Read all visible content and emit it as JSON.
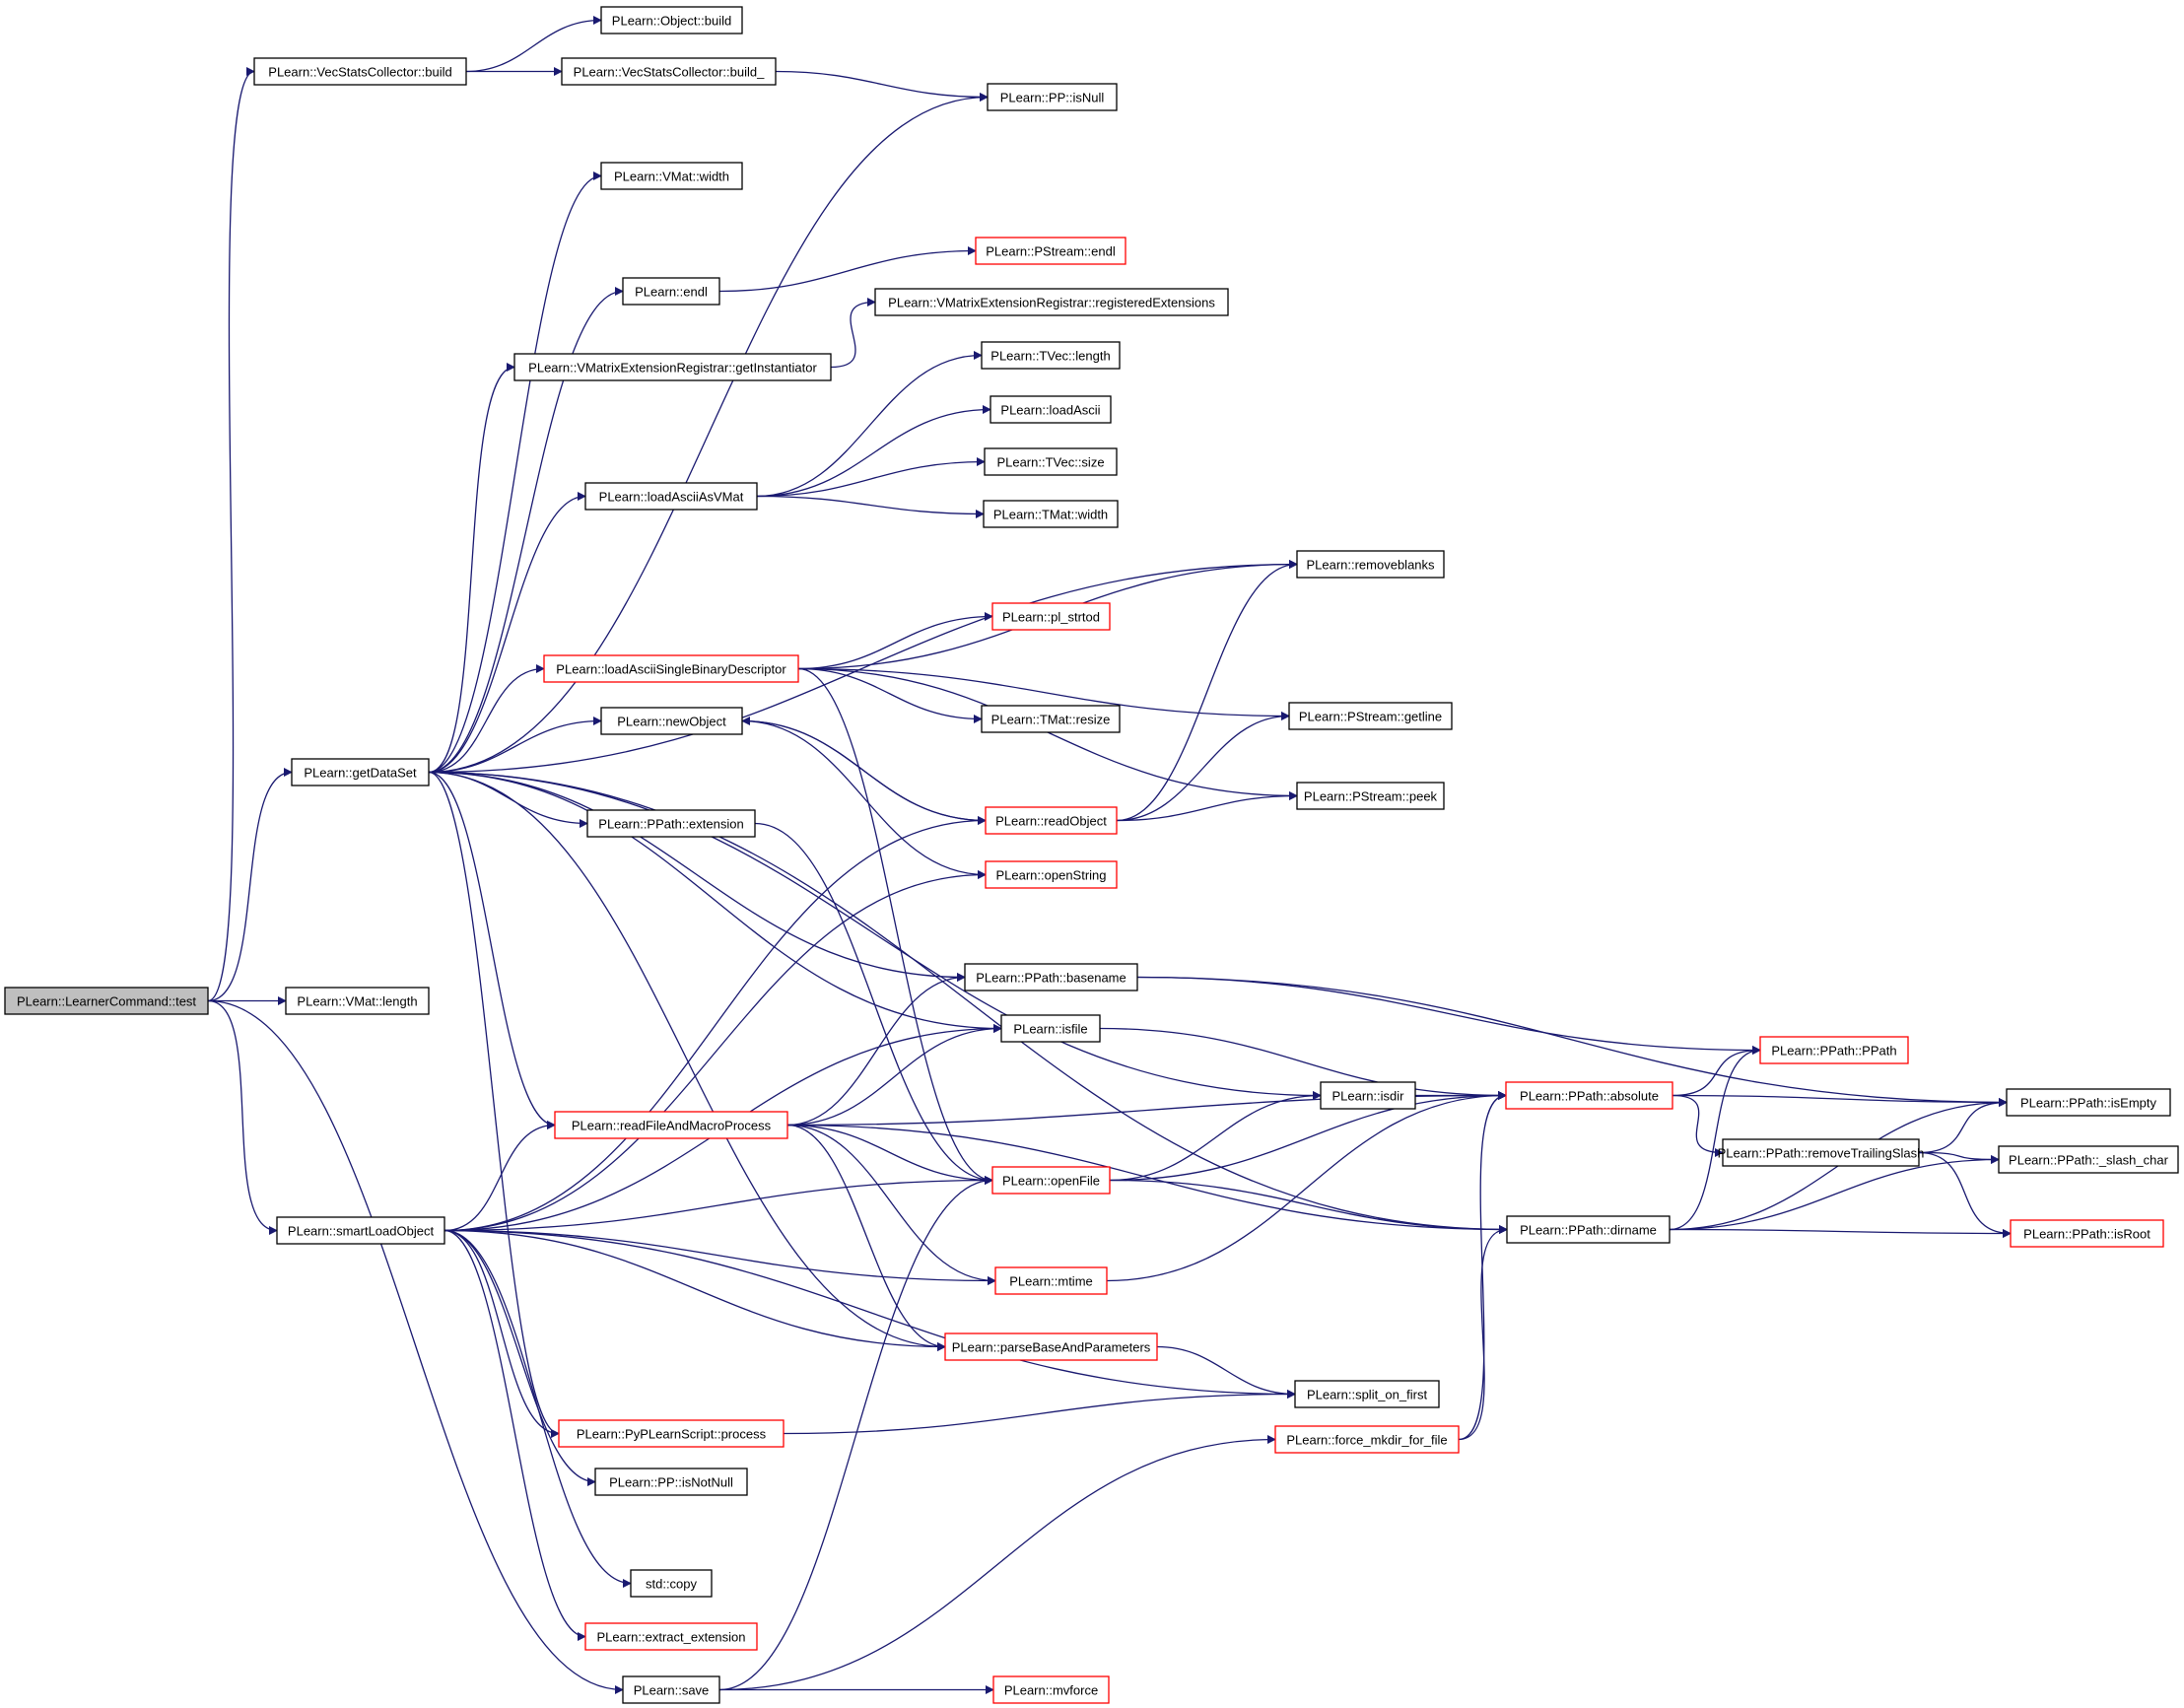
{
  "colors": {
    "edge": "#191970",
    "node_border": "#000000",
    "node_border_truncated": "#ff0000",
    "root_fill": "#bfbfbf",
    "node_fill": "#ffffff"
  },
  "nodes": [
    {
      "id": "n0",
      "label": "PLearn::LearnerCommand::test",
      "style": "root"
    },
    {
      "id": "n1",
      "label": "PLearn::VecStatsCollector::build",
      "style": "normal"
    },
    {
      "id": "n2",
      "label": "PLearn::getDataSet",
      "style": "normal"
    },
    {
      "id": "n3",
      "label": "PLearn::VMat::length",
      "style": "normal"
    },
    {
      "id": "n4",
      "label": "PLearn::smartLoadObject",
      "style": "normal"
    },
    {
      "id": "n5",
      "label": "PLearn::save",
      "style": "normal"
    },
    {
      "id": "n6",
      "label": "PLearn::Object::build",
      "style": "normal"
    },
    {
      "id": "n7",
      "label": "PLearn::VecStatsCollector::build_",
      "style": "normal"
    },
    {
      "id": "n8",
      "label": "PLearn::PP::isNull",
      "style": "normal"
    },
    {
      "id": "n9",
      "label": "PLearn::VMat::width",
      "style": "normal"
    },
    {
      "id": "n10",
      "label": "PLearn::endl",
      "style": "normal"
    },
    {
      "id": "n11",
      "label": "PLearn::PStream::endl",
      "style": "truncated"
    },
    {
      "id": "n12",
      "label": "PLearn::VMatrixExtensionRegistrar::registeredExtensions",
      "style": "normal"
    },
    {
      "id": "n13",
      "label": "PLearn::VMatrixExtensionRegistrar::getInstantiator",
      "style": "normal"
    },
    {
      "id": "n14",
      "label": "PLearn::TVec::length",
      "style": "normal"
    },
    {
      "id": "n15",
      "label": "PLearn::loadAscii",
      "style": "normal"
    },
    {
      "id": "n16",
      "label": "PLearn::loadAsciiAsVMat",
      "style": "normal"
    },
    {
      "id": "n17",
      "label": "PLearn::TVec::size",
      "style": "normal"
    },
    {
      "id": "n18",
      "label": "PLearn::TMat::width",
      "style": "normal"
    },
    {
      "id": "n19",
      "label": "PLearn::removeblanks",
      "style": "normal"
    },
    {
      "id": "n20",
      "label": "PLearn::pl_strtod",
      "style": "truncated"
    },
    {
      "id": "n21",
      "label": "PLearn::loadAsciiSingleBinaryDescriptor",
      "style": "truncated"
    },
    {
      "id": "n22",
      "label": "PLearn::TMat::resize",
      "style": "normal"
    },
    {
      "id": "n23",
      "label": "PLearn::PStream::getline",
      "style": "normal"
    },
    {
      "id": "n24",
      "label": "PLearn::newObject",
      "style": "normal"
    },
    {
      "id": "n25",
      "label": "PLearn::PStream::peek",
      "style": "normal"
    },
    {
      "id": "n26",
      "label": "PLearn::readObject",
      "style": "truncated"
    },
    {
      "id": "n27",
      "label": "PLearn::PPath::extension",
      "style": "normal"
    },
    {
      "id": "n28",
      "label": "PLearn::openString",
      "style": "truncated"
    },
    {
      "id": "n29",
      "label": "PLearn::PPath::basename",
      "style": "normal"
    },
    {
      "id": "n30",
      "label": "PLearn::isfile",
      "style": "normal"
    },
    {
      "id": "n31",
      "label": "PLearn::PPath::PPath",
      "style": "truncated"
    },
    {
      "id": "n32",
      "label": "PLearn::PPath::isEmpty",
      "style": "normal"
    },
    {
      "id": "n33",
      "label": "PLearn::readFileAndMacroProcess",
      "style": "truncated"
    },
    {
      "id": "n34",
      "label": "PLearn::isdir",
      "style": "normal"
    },
    {
      "id": "n35",
      "label": "PLearn::PPath::absolute",
      "style": "truncated"
    },
    {
      "id": "n36",
      "label": "PLearn::PPath::removeTrailingSlash",
      "style": "normal"
    },
    {
      "id": "n37",
      "label": "PLearn::PPath::_slash_char",
      "style": "normal"
    },
    {
      "id": "n38",
      "label": "PLearn::openFile",
      "style": "truncated"
    },
    {
      "id": "n39",
      "label": "PLearn::PPath::dirname",
      "style": "normal"
    },
    {
      "id": "n40",
      "label": "PLearn::PPath::isRoot",
      "style": "truncated"
    },
    {
      "id": "n41",
      "label": "PLearn::mtime",
      "style": "truncated"
    },
    {
      "id": "n42",
      "label": "PLearn::parseBaseAndParameters",
      "style": "truncated"
    },
    {
      "id": "n43",
      "label": "PLearn::split_on_first",
      "style": "normal"
    },
    {
      "id": "n44",
      "label": "PLearn::force_mkdir_for_file",
      "style": "truncated"
    },
    {
      "id": "n45",
      "label": "PLearn::PyPLearnScript::process",
      "style": "truncated"
    },
    {
      "id": "n46",
      "label": "PLearn::PP::isNotNull",
      "style": "normal"
    },
    {
      "id": "n47",
      "label": "std::copy",
      "style": "normal"
    },
    {
      "id": "n48",
      "label": "PLearn::extract_extension",
      "style": "truncated"
    },
    {
      "id": "n49",
      "label": "PLearn::mvforce",
      "style": "truncated"
    }
  ],
  "edges": [
    [
      "n0",
      "n1"
    ],
    [
      "n0",
      "n2"
    ],
    [
      "n0",
      "n3"
    ],
    [
      "n0",
      "n4"
    ],
    [
      "n0",
      "n5"
    ],
    [
      "n1",
      "n6"
    ],
    [
      "n1",
      "n7"
    ],
    [
      "n7",
      "n8"
    ],
    [
      "n2",
      "n8"
    ],
    [
      "n2",
      "n9"
    ],
    [
      "n2",
      "n19"
    ],
    [
      "n2",
      "n10"
    ],
    [
      "n2",
      "n13"
    ],
    [
      "n2",
      "n16"
    ],
    [
      "n2",
      "n21"
    ],
    [
      "n2",
      "n24"
    ],
    [
      "n2",
      "n34"
    ],
    [
      "n2",
      "n27"
    ],
    [
      "n2",
      "n29"
    ],
    [
      "n2",
      "n30"
    ],
    [
      "n2",
      "n33"
    ],
    [
      "n2",
      "n42"
    ],
    [
      "n2",
      "n45"
    ],
    [
      "n2",
      "n39"
    ],
    [
      "n10",
      "n11"
    ],
    [
      "n13",
      "n12"
    ],
    [
      "n16",
      "n14"
    ],
    [
      "n16",
      "n15"
    ],
    [
      "n16",
      "n17"
    ],
    [
      "n16",
      "n18"
    ],
    [
      "n21",
      "n19"
    ],
    [
      "n21",
      "n20"
    ],
    [
      "n21",
      "n22"
    ],
    [
      "n21",
      "n23"
    ],
    [
      "n21",
      "n25"
    ],
    [
      "n21",
      "n38"
    ],
    [
      "n24",
      "n26"
    ],
    [
      "n24",
      "n28"
    ],
    [
      "n26",
      "n19"
    ],
    [
      "n26",
      "n23"
    ],
    [
      "n26",
      "n25"
    ],
    [
      "n26",
      "n24"
    ],
    [
      "n27",
      "n38"
    ],
    [
      "n29",
      "n31"
    ],
    [
      "n29",
      "n32"
    ],
    [
      "n30",
      "n35"
    ],
    [
      "n33",
      "n29"
    ],
    [
      "n33",
      "n30"
    ],
    [
      "n33",
      "n35"
    ],
    [
      "n33",
      "n38"
    ],
    [
      "n33",
      "n39"
    ],
    [
      "n33",
      "n41"
    ],
    [
      "n33",
      "n42"
    ],
    [
      "n34",
      "n35"
    ],
    [
      "n35",
      "n31"
    ],
    [
      "n35",
      "n32"
    ],
    [
      "n35",
      "n36"
    ],
    [
      "n36",
      "n32"
    ],
    [
      "n36",
      "n37"
    ],
    [
      "n36",
      "n40"
    ],
    [
      "n38",
      "n34"
    ],
    [
      "n38",
      "n35"
    ],
    [
      "n38",
      "n39"
    ],
    [
      "n39",
      "n31"
    ],
    [
      "n39",
      "n32"
    ],
    [
      "n39",
      "n37"
    ],
    [
      "n39",
      "n40"
    ],
    [
      "n41",
      "n35"
    ],
    [
      "n42",
      "n43"
    ],
    [
      "n44",
      "n35"
    ],
    [
      "n44",
      "n39"
    ],
    [
      "n45",
      "n43"
    ],
    [
      "n4",
      "n26"
    ],
    [
      "n4",
      "n28"
    ],
    [
      "n4",
      "n30"
    ],
    [
      "n4",
      "n33"
    ],
    [
      "n4",
      "n38"
    ],
    [
      "n4",
      "n41"
    ],
    [
      "n4",
      "n42"
    ],
    [
      "n4",
      "n45"
    ],
    [
      "n4",
      "n46"
    ],
    [
      "n4",
      "n43"
    ],
    [
      "n4",
      "n47"
    ],
    [
      "n4",
      "n48"
    ],
    [
      "n5",
      "n44"
    ],
    [
      "n5",
      "n49"
    ],
    [
      "n5",
      "n38"
    ]
  ]
}
